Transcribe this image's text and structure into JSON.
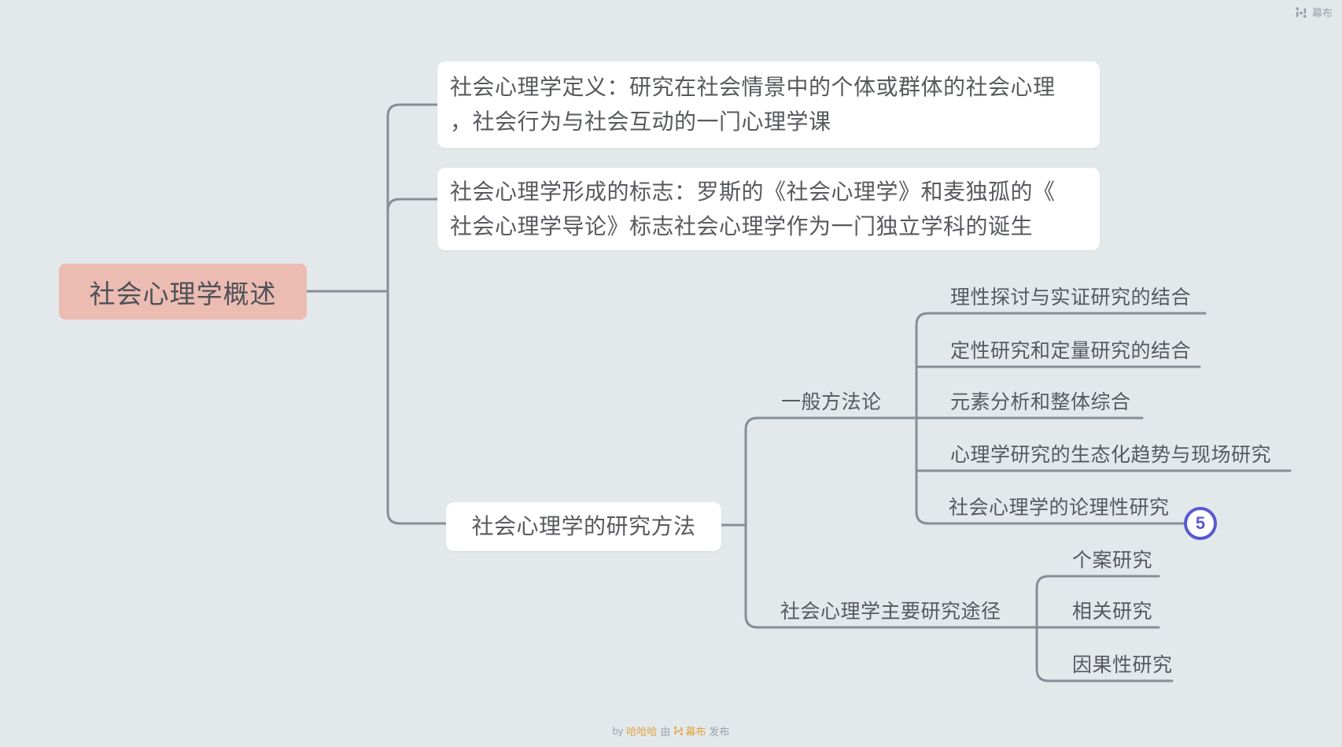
{
  "colors": {
    "background": "#e3e8eb",
    "root_node_bg": "#ecbcb3",
    "connector_gray": "#868f96",
    "node_text": "#57595e",
    "badge_accent": "#575ad1",
    "brand_accent": "#dfa43c",
    "muted_text": "#9aa2a9"
  },
  "header": {
    "brand_label": "幕布"
  },
  "mindmap": {
    "root": {
      "label": "社会心理学概述"
    },
    "definition_node": {
      "line1": "社会心理学定义：研究在社会情景中的个体或群体的社会心理",
      "line2": "，社会行为与社会互动的一门心理学课"
    },
    "formation_node": {
      "line1": "社会心理学形成的标志：罗斯的《社会心理学》和麦独孤的《",
      "line2": "社会心理学导论》标志社会心理学作为一门独立学科的诞生"
    },
    "methods_node": {
      "label": "社会心理学的研究方法"
    },
    "methodology_branch": {
      "label": "一般方法论",
      "items": [
        "理性探讨与实证研究的结合",
        "定性研究和定量研究的结合",
        "元素分析和整体综合",
        "心理学研究的生态化趋势与现场研究",
        "社会心理学的论理性研究"
      ],
      "collapsed_count_badge": "5"
    },
    "approaches_branch": {
      "label": "社会心理学主要研究途径",
      "items": [
        "个案研究",
        "相关研究",
        "因果性研究"
      ]
    }
  },
  "footer": {
    "by_label": "by",
    "author": "哈哈哈",
    "via_label": "由",
    "brand_label": "幕布",
    "publish_label": "发布"
  }
}
